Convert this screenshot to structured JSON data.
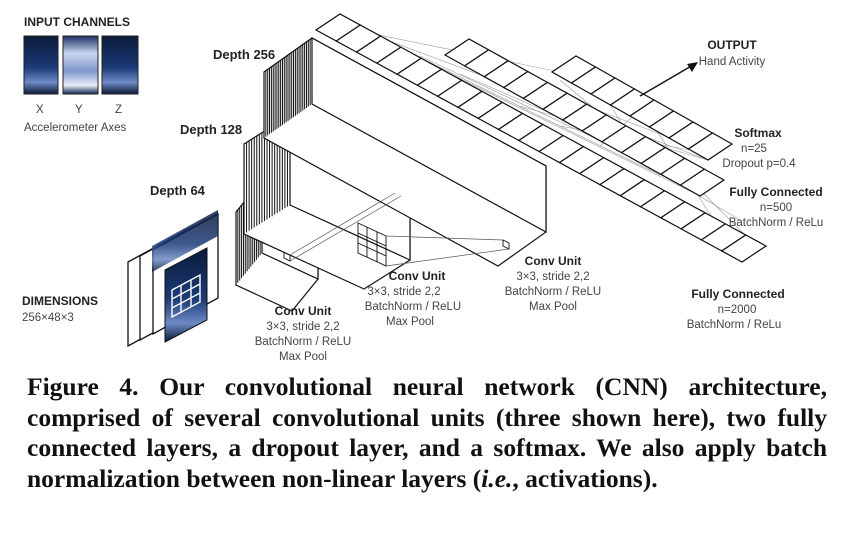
{
  "diagram": {
    "input_channels": {
      "title": "INPUT CHANNELS",
      "axis_labels": [
        "X",
        "Y",
        "Z"
      ],
      "subtitle": "Accelerometer Axes"
    },
    "dimensions": {
      "title": "DIMENSIONS",
      "value": "256×48×3"
    },
    "depth_labels": [
      "Depth 64",
      "Depth 128",
      "Depth 256"
    ],
    "conv_units": [
      {
        "title": "Conv Unit",
        "lines": [
          "3×3, stride 2,2",
          "BatchNorm / ReLU",
          "Max Pool"
        ]
      },
      {
        "title": "Conv Unit",
        "lines": [
          "3×3, stride 2,2",
          "BatchNorm / ReLU",
          "Max Pool"
        ]
      },
      {
        "title": "Conv Unit",
        "lines": [
          "3×3, stride 2,2",
          "BatchNorm / ReLU",
          "Max Pool"
        ]
      }
    ],
    "output": {
      "title": "OUTPUT",
      "subtitle": "Hand Activity"
    },
    "dense_layers": [
      {
        "title": "Softmax",
        "lines": [
          "n=25",
          "Dropout p=0.4"
        ]
      },
      {
        "title": "Fully Connected",
        "lines": [
          "n=500",
          "BatchNorm / ReLu"
        ]
      },
      {
        "title": "Fully Connected",
        "lines": [
          "n=2000",
          "BatchNorm / ReLu"
        ]
      }
    ]
  },
  "caption": {
    "lead": "Figure 4. Our convolutional neural network (CNN) architecture, comprised of several convolutional units (three shown here), two fully connected layers, a dropout layer, and a softmax. We also apply batch normalization between non-linear layers (",
    "emphasis": "i.e.",
    "tail": ", activations)."
  }
}
